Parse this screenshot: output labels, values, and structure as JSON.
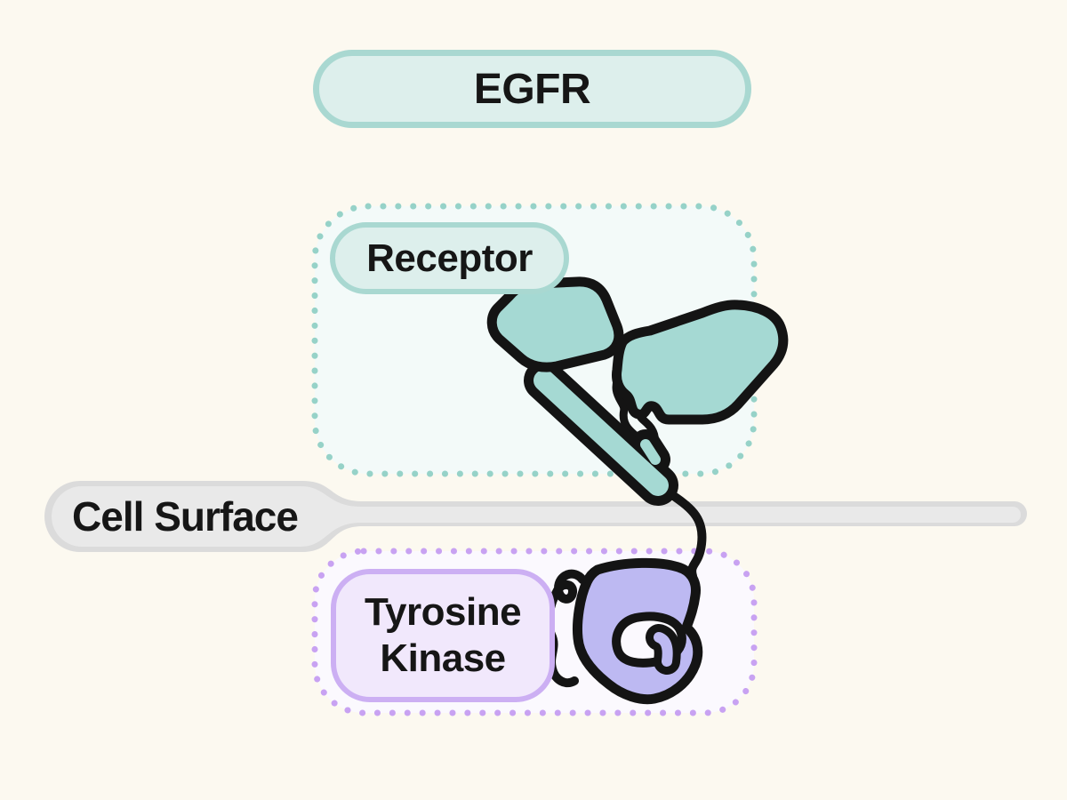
{
  "diagram": {
    "title": "EGFR",
    "regions": {
      "receptor": {
        "label": "Receptor"
      },
      "membrane": {
        "label": "Cell Surface"
      },
      "kinase": {
        "label_line1": "Tyrosine",
        "label_line2": "Kinase"
      }
    },
    "shapes": [
      "receptor-extracellular-domain-left",
      "receptor-extracellular-domain-right",
      "transmembrane-stalk",
      "intracellular-linker",
      "kinase-domain",
      "c-terminal-squiggle"
    ]
  },
  "colors": {
    "background": "#fcf9f0",
    "text": "#161616",
    "outline": "#141414",
    "teal_pill_fill": "#ddefec",
    "teal_pill_border": "#a9d8d1",
    "teal_box_fill": "#f3faf9",
    "teal_dot": "#96d2c8",
    "teal_protein": "#a5d9d3",
    "purple_pill_fill": "#f1e8fc",
    "purple_pill_border": "#ccaff3",
    "purple_box_fill": "#fbf9fe",
    "purple_dot": "#c8a2f2",
    "purple_protein": "#bdb9f2",
    "gray_outer": "#dbdbdb",
    "gray_inner": "#e9e9e9"
  }
}
